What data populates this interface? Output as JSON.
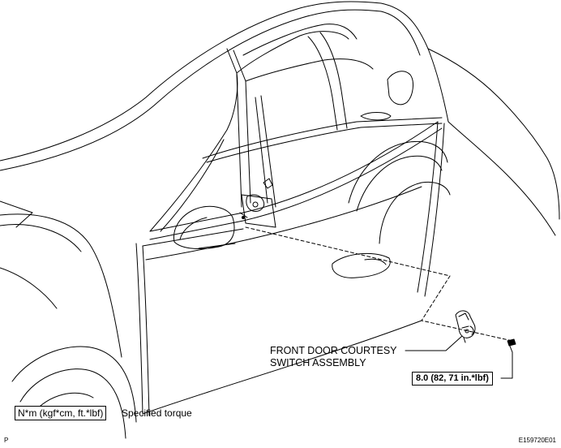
{
  "callout": {
    "line1": "FRONT DOOR COURTESY",
    "line2": "SWITCH ASSEMBLY"
  },
  "torque_value": "8.0 (82, 71 in.*lbf)",
  "legend": {
    "units": "N*m (kgf*cm, ft.*lbf)",
    "description": "Specified torque"
  },
  "footer": {
    "left_mark": "P",
    "figure_id": "E159720E01"
  }
}
